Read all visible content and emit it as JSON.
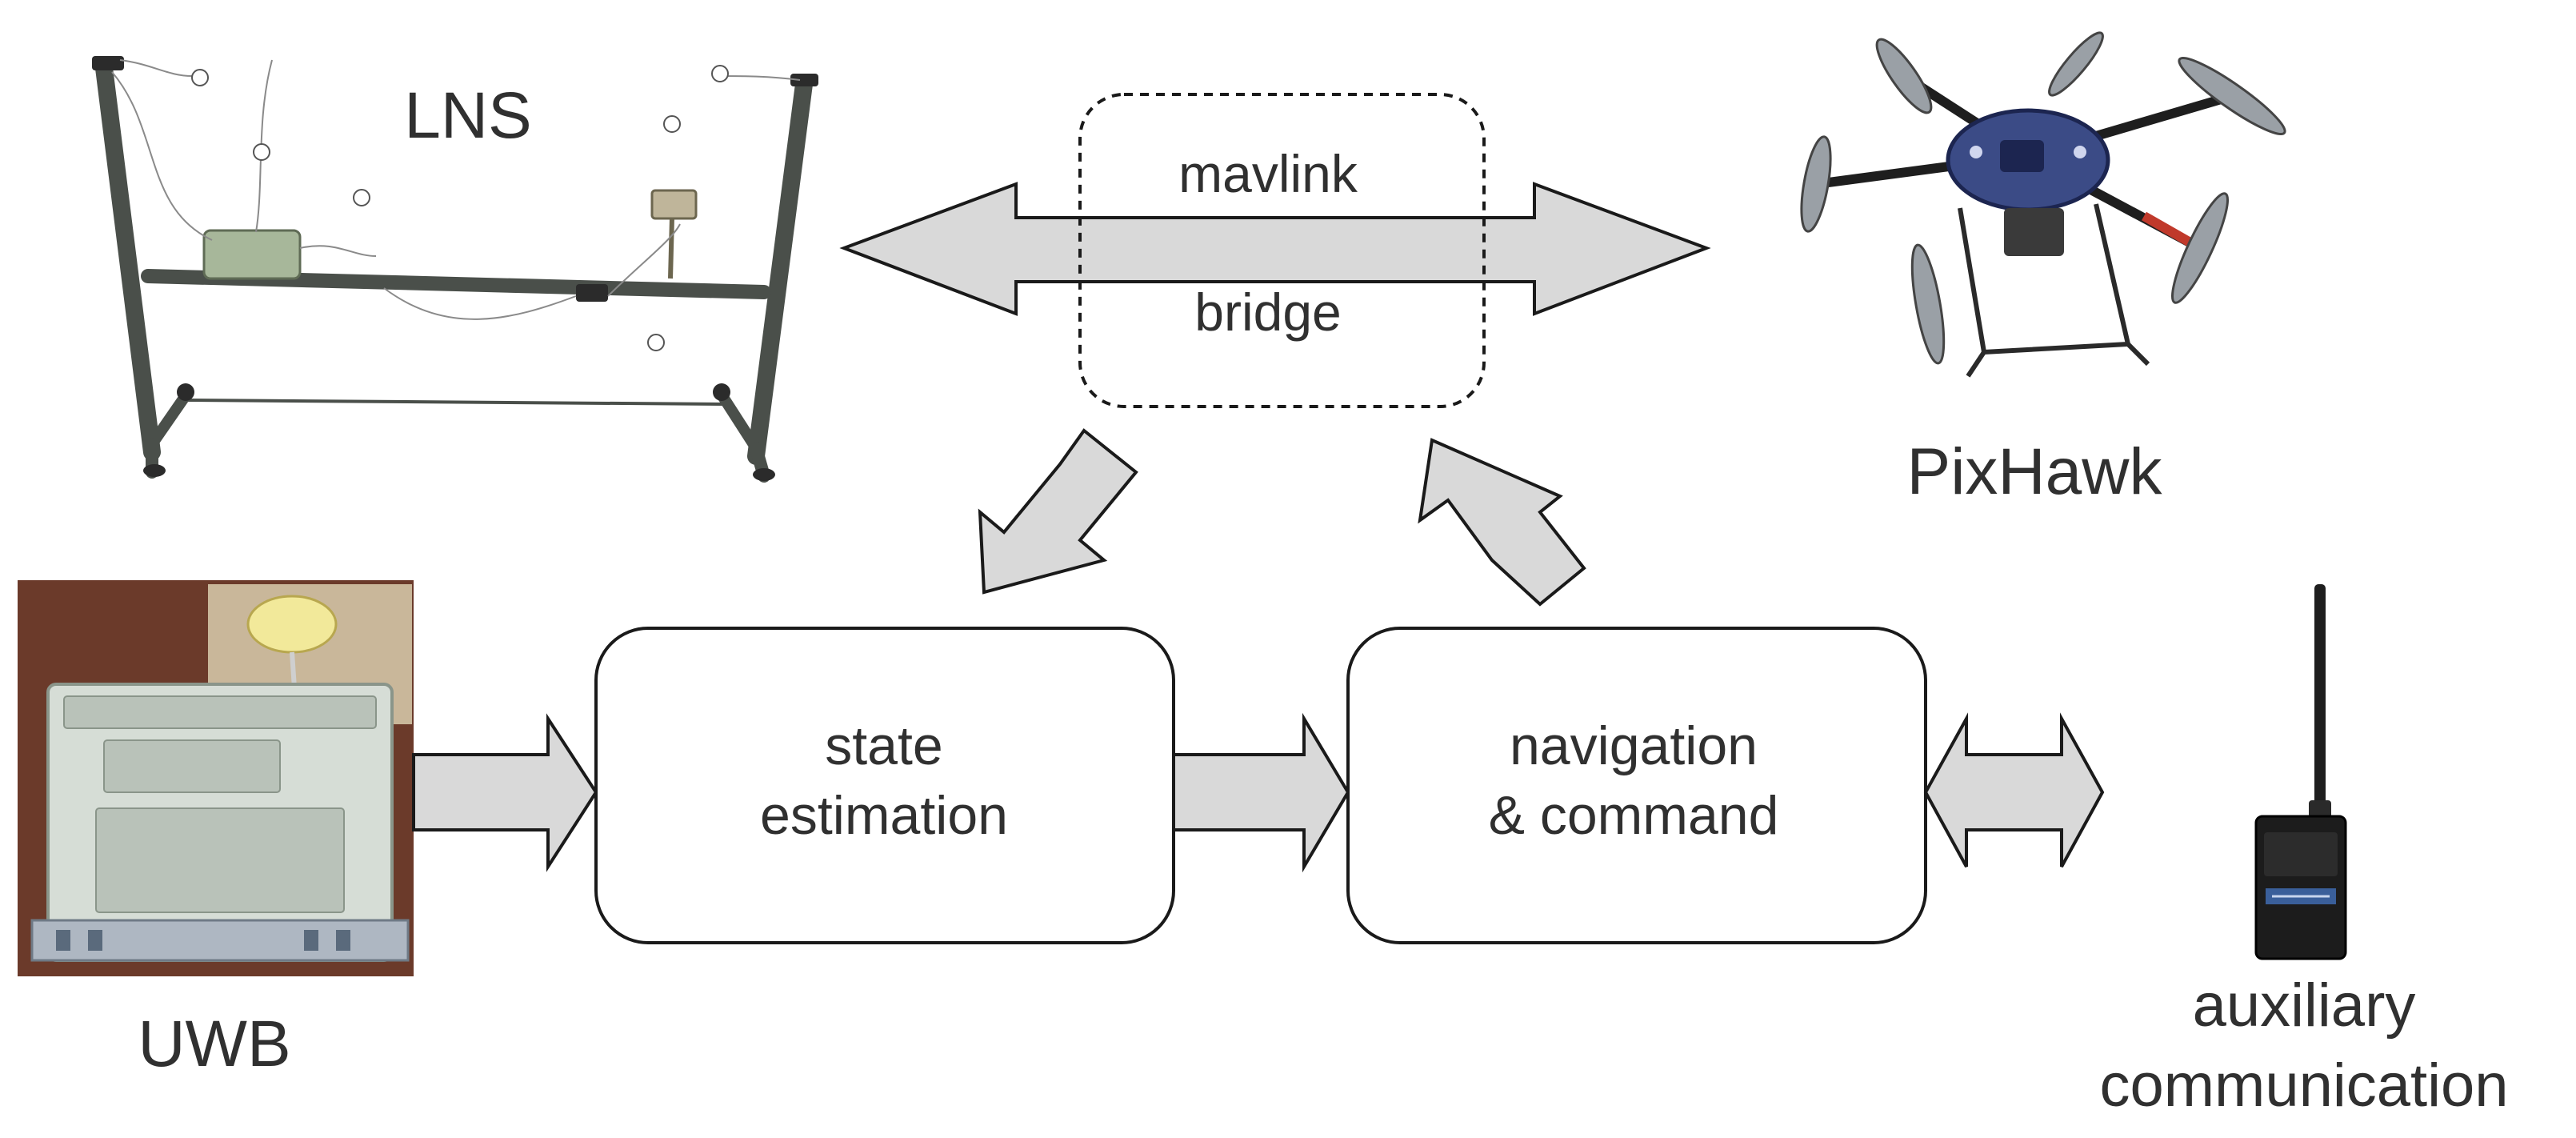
{
  "labels": {
    "lns": "LNS",
    "mavlink": "mavlink",
    "bridge": "bridge",
    "pixhawk": "PixHawk",
    "uwb": "UWB",
    "state_line1": "state",
    "state_line2": "estimation",
    "nav_line1": "navigation",
    "nav_line2": "& command",
    "aux_line1": "auxiliary",
    "aux_line2": "communication"
  },
  "colors": {
    "arrow_fill": "#d9d9d9",
    "stroke": "#1a1a1a",
    "text": "#303030",
    "uwb_device": "#d6ddd6",
    "drone_body": "#3b4b86"
  },
  "icons": {
    "lns": "lns-frame-icon",
    "drone": "quadcopter-icon",
    "uwb": "uwb-device-icon",
    "radio": "radio-transmitter-icon"
  }
}
